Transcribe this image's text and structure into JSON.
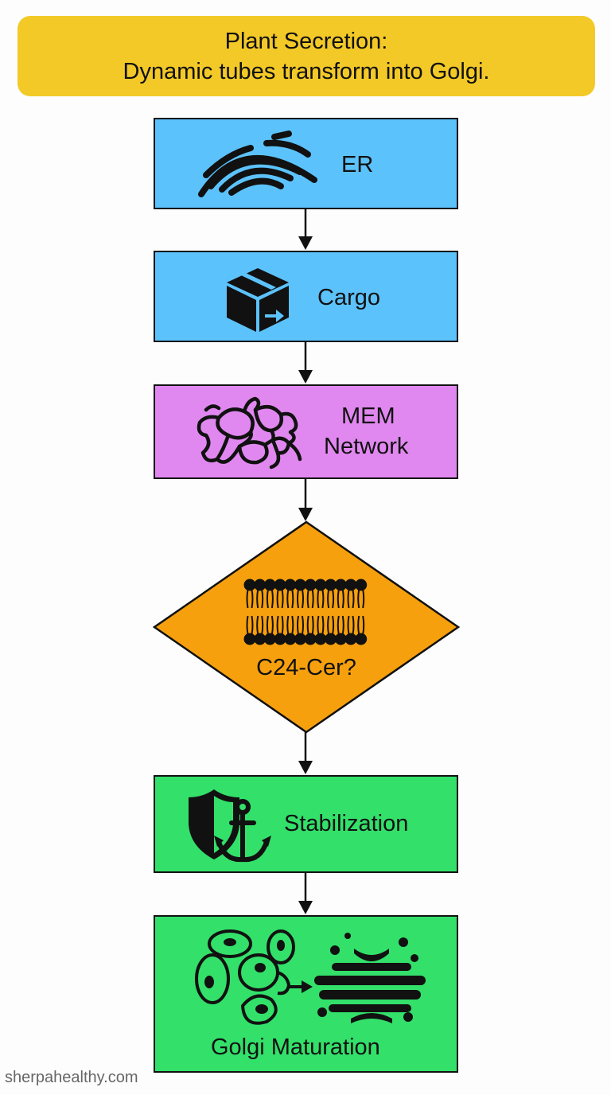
{
  "header": {
    "line1": "Plant Secretion:",
    "line2": "Dynamic tubes transform into Golgi."
  },
  "steps": {
    "er": {
      "label": "ER",
      "color": "#5cc2fb"
    },
    "cargo": {
      "label": "Cargo",
      "color": "#5cc2fb"
    },
    "mem": {
      "line1": "MEM",
      "line2": "Network",
      "color": "#e088ef"
    },
    "decision": {
      "label": "C24-Cer?",
      "color": "#f7a00e"
    },
    "stabilization": {
      "label": "Stabilization",
      "color": "#33e06a"
    },
    "golgi": {
      "label": "Golgi Maturation",
      "color": "#33e06a"
    }
  },
  "icons": [
    "er-icon",
    "cargo-box-icon",
    "membrane-network-icon",
    "lipid-bilayer-icon",
    "shield-anchor-icon",
    "golgi-maturation-icon"
  ],
  "watermark": "sherpahealthy.com"
}
